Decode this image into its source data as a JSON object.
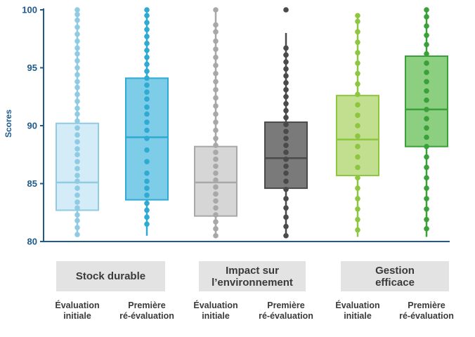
{
  "chart_data": {
    "type": "box",
    "ylabel": "Scores",
    "ylim": [
      80,
      100
    ],
    "yticks": [
      80,
      85,
      90,
      95,
      100
    ],
    "groups": [
      {
        "label": "Stock durable",
        "series": [
          {
            "label": "Évaluation\ninitiale",
            "q1": 82.7,
            "median": 85.1,
            "q3": 90.2,
            "min": 80.5,
            "max": 100,
            "color": "#8fcbe3",
            "fill": "#d3ecf7",
            "points": [
              80.6,
              81.2,
              81.8,
              82.3,
              82.9,
              83.4,
              84.0,
              84.6,
              85.2,
              85.7,
              86.3,
              86.9,
              87.5,
              88.0,
              88.6,
              89.2,
              89.8,
              90.4,
              91.0,
              91.5,
              92.1,
              92.7,
              93.3,
              93.8,
              94.4,
              95.0,
              95.6,
              96.2,
              96.7,
              97.3,
              97.9,
              98.5,
              99.1,
              99.6,
              100.0
            ]
          },
          {
            "label": "Première\nré-évaluation",
            "q1": 83.6,
            "median": 89.0,
            "q3": 94.1,
            "min": 80.5,
            "max": 100,
            "color": "#2eaad3",
            "fill": "#7dcde8",
            "points": [
              81.5,
              82.1,
              82.7,
              83.3,
              84.0,
              84.6,
              85.2,
              85.9,
              86.9,
              87.9,
              88.9,
              89.6,
              90.3,
              91.0,
              91.6,
              92.3,
              92.9,
              93.5,
              94.1,
              94.7,
              95.3,
              95.9,
              96.5,
              97.1,
              97.7,
              98.3,
              98.9,
              99.5,
              100.0
            ]
          }
        ]
      },
      {
        "label": "Impact sur\nl’environnement",
        "series": [
          {
            "label": "Évaluation\ninitiale",
            "q1": 82.2,
            "median": 85.1,
            "q3": 88.2,
            "min": 80.3,
            "max": 100,
            "color": "#a8a8a8",
            "fill": "#d6d6d6",
            "points": [
              80.5,
              81.1,
              81.7,
              82.3,
              82.9,
              83.5,
              84.1,
              84.7,
              85.3,
              85.9,
              86.5,
              87.1,
              87.7,
              88.3,
              88.9,
              89.6,
              90.3,
              91.0,
              91.7,
              92.4,
              93.1,
              93.8,
              94.5,
              95.2,
              95.9,
              96.6,
              97.3,
              98.1,
              98.7,
              100.0
            ]
          },
          {
            "label": "Première\nré-évaluation",
            "q1": 84.6,
            "median": 87.2,
            "q3": 90.3,
            "min": 80.4,
            "max": 98.0,
            "color": "#4a4a4a",
            "fill": "#7a7a7a",
            "points": [
              80.5,
              81.3,
              82.1,
              82.9,
              83.7,
              84.5,
              85.2,
              85.9,
              86.5,
              87.1,
              87.7,
              88.3,
              88.9,
              89.5,
              90.1,
              90.7,
              91.3,
              91.9,
              92.5,
              93.1,
              93.7,
              94.3,
              94.9,
              95.5,
              96.1,
              96.7,
              100.0
            ]
          }
        ]
      },
      {
        "label": "Gestion\nefficace",
        "series": [
          {
            "label": "Évaluation\ninitiale",
            "q1": 85.7,
            "median": 88.8,
            "q3": 92.6,
            "min": 80.4,
            "max": 99.5,
            "color": "#8dc63f",
            "fill": "#c2df8f",
            "points": [
              81.0,
              81.9,
              82.8,
              83.7,
              84.6,
              85.5,
              86.4,
              87.3,
              88.2,
              89.1,
              90.0,
              90.9,
              91.8,
              92.7,
              93.6,
              94.5,
              95.4,
              96.3,
              97.2,
              98.1,
              99.0,
              99.5
            ]
          },
          {
            "label": "Première\nré-évaluation",
            "q1": 88.2,
            "median": 91.4,
            "q3": 96.0,
            "min": 80.4,
            "max": 100,
            "color": "#3aa13a",
            "fill": "#8dcf80",
            "points": [
              81.1,
              81.9,
              82.8,
              83.7,
              84.6,
              85.5,
              86.4,
              87.3,
              88.2,
              89.0,
              89.8,
              90.6,
              91.4,
              92.2,
              93.0,
              93.8,
              94.6,
              95.4,
              96.2,
              97.0,
              97.8,
              98.6,
              99.4,
              100.0
            ]
          }
        ]
      }
    ]
  }
}
